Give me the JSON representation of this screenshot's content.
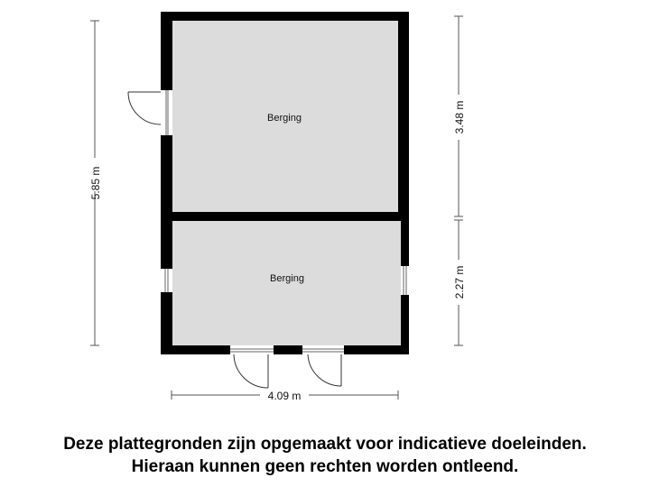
{
  "rooms": [
    {
      "label": "Berging"
    },
    {
      "label": "Berging"
    }
  ],
  "dimensions": {
    "total_height": "5.85 m",
    "upper_room_height": "3.48 m",
    "lower_room_height": "2.27 m",
    "total_width": "4.09 m"
  },
  "disclaimer": {
    "line1": "Deze plattegronden zijn opgemaakt voor indicatieve doeleinden.",
    "line2": "Hieraan kunnen geen rechten worden ontleend."
  },
  "colors": {
    "wall": "#000000",
    "floor": "#dcdcdc",
    "dimension_line": "#555555"
  }
}
